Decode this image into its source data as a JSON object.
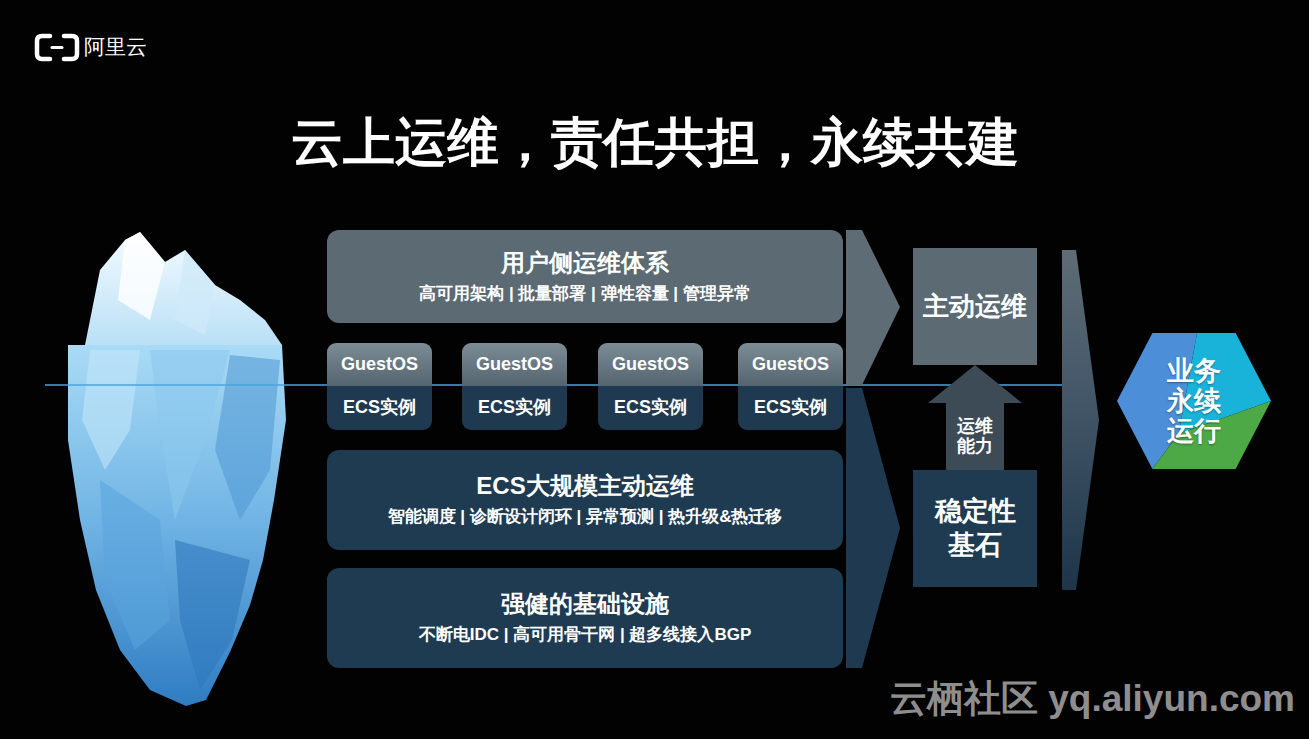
{
  "diagram": {
    "title": "云上运维，责任共担，永续共建",
    "nodes": [
      {
        "text": [
          "用户侧运维体系",
          "高可用架构 | 批量部署 | 弹性容量 | 管理异常"
        ]
      },
      {
        "text": [
          "GuestOS",
          "ECS实例"
        ]
      },
      {
        "text": [
          "GuestOS",
          "ECS实例"
        ]
      },
      {
        "text": [
          "GuestOS",
          "ECS实例"
        ]
      },
      {
        "text": [
          "GuestOS",
          "ECS实例"
        ]
      },
      {
        "text": [
          "ECS大规模主动运维",
          "智能调度 | 诊断设计闭环 | 异常预测 | 热升级&热迁移"
        ]
      },
      {
        "text": [
          "强健的基础设施",
          "不断电IDC | 高可用骨干网 | 超多线接入BGP"
        ]
      },
      {
        "text": [
          "主动运维"
        ]
      },
      {
        "text": [
          "稳定性 基石"
        ]
      },
      {
        "text": [
          "业务 永续 运行"
        ]
      }
    ],
    "edges": [
      {
        "from": 8,
        "to": 7,
        "arrow": "to",
        "label": "运维 能力"
      }
    ],
    "labels": [
      "阿里云",
      "云栖社区 yq.aliyun.com"
    ]
  }
}
